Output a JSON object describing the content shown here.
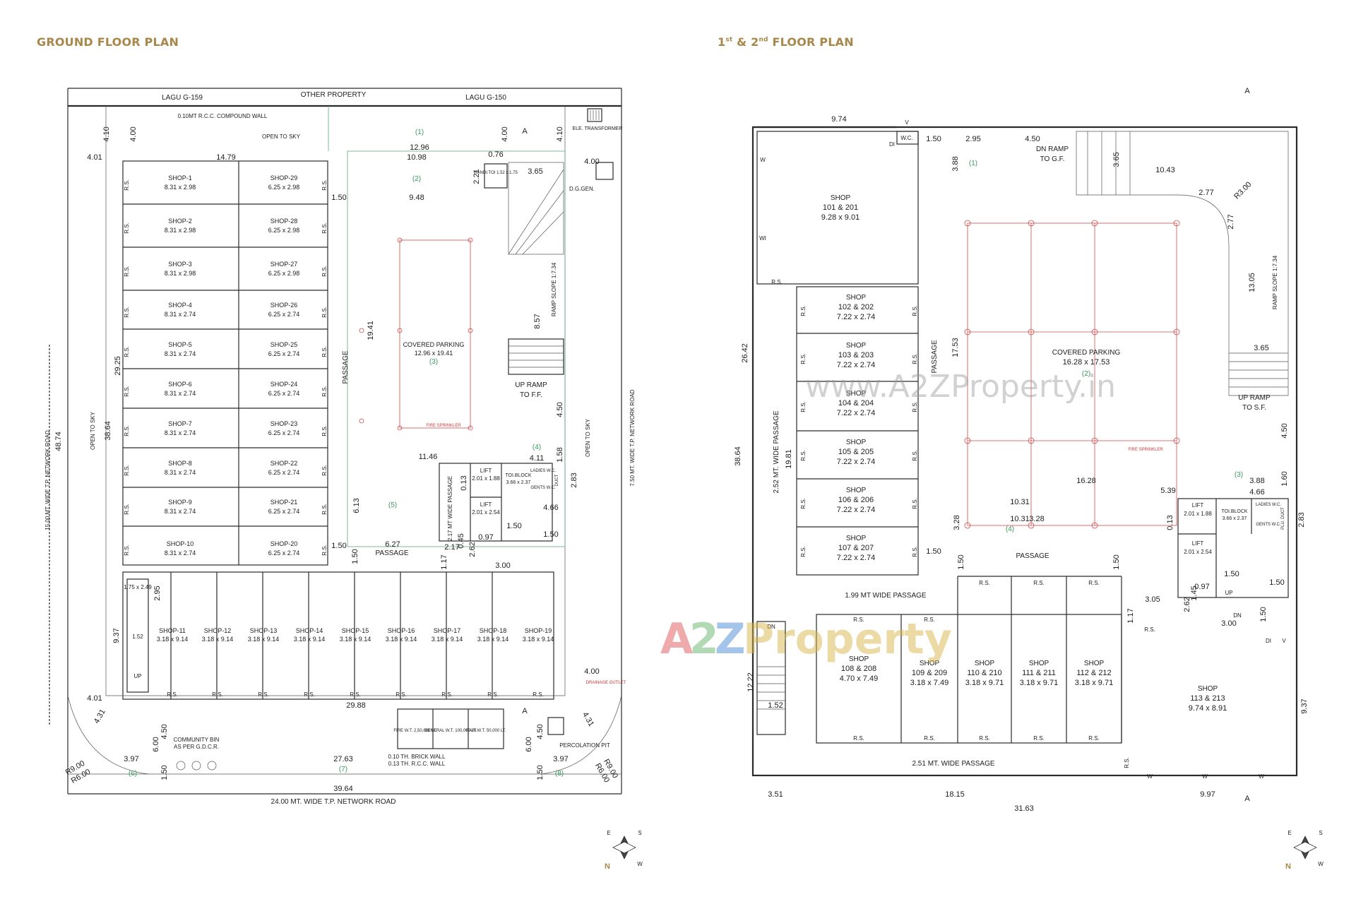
{
  "titles": {
    "ground": "GROUND FLOOR PLAN",
    "upper_pre": "1",
    "upper_sup1": "st",
    "upper_mid": " & 2",
    "upper_sup2": "nd",
    "upper_post": " FLOOR PLAN"
  },
  "watermark": {
    "text": "www.A2ZProperty.in",
    "logo_a": "A",
    "logo_2": "2",
    "logo_z": "Z",
    "logo_rest": "Property"
  },
  "ground": {
    "top": {
      "lagu_left": "LAGU G-159",
      "other": "OTHER PROPERTY",
      "lagu_right": "LAGU G-150",
      "wall": "0.10MT R.C.C. COMPOUND WALL",
      "open_sky": "OPEN TO SKY",
      "transformer": "ELE. TRANSFORMER",
      "dg": "D.G.GEN."
    },
    "left_road": "15.00 MT. WIDE T.P. NETWORK ROAD",
    "left_road_dim": "48.74",
    "right_road": "7.50 MT. WIDE T.P. NETWORK ROAD",
    "bottom_road": "24.00 MT. WIDE T.P. NETWORK ROAD",
    "open_left": "OPEN TO SKY",
    "open_right": "OPEN TO SKY",
    "left_shops": [
      {
        "name": "SHOP-1",
        "size": "8.31 x 2.98"
      },
      {
        "name": "SHOP-2",
        "size": "8.31 x 2.98"
      },
      {
        "name": "SHOP-3",
        "size": "8.31 x 2.98"
      },
      {
        "name": "SHOP-4",
        "size": "8.31 x 2.74"
      },
      {
        "name": "SHOP-5",
        "size": "8.31 x 2.74"
      },
      {
        "name": "SHOP-6",
        "size": "8.31 x 2.74"
      },
      {
        "name": "SHOP-7",
        "size": "8.31 x 2.74"
      },
      {
        "name": "SHOP-8",
        "size": "8.31 x 2.74"
      },
      {
        "name": "SHOP-9",
        "size": "8.31 x 2.74"
      },
      {
        "name": "SHOP-10",
        "size": "8.31 x 2.74"
      }
    ],
    "right_shops": [
      {
        "name": "SHOP-29",
        "size": "6.25 x 2.98"
      },
      {
        "name": "SHOP-28",
        "size": "6.25 x 2.98"
      },
      {
        "name": "SHOP-27",
        "size": "6.25 x 2.98"
      },
      {
        "name": "SHOP-26",
        "size": "6.25 x 2.74"
      },
      {
        "name": "SHOP-25",
        "size": "6.25 x 2.74"
      },
      {
        "name": "SHOP-24",
        "size": "6.25 x 2.74"
      },
      {
        "name": "SHOP-23",
        "size": "6.25 x 2.74"
      },
      {
        "name": "SHOP-22",
        "size": "6.25 x 2.74"
      },
      {
        "name": "SHOP-21",
        "size": "6.25 x 2.74"
      },
      {
        "name": "SHOP-20",
        "size": "6.25 x 2.74"
      }
    ],
    "bottom_shops": [
      {
        "name": "SHOP-11",
        "size": "3.18 x 9.14"
      },
      {
        "name": "SHOP-12",
        "size": "3.18 x 9.14"
      },
      {
        "name": "SHOP-13",
        "size": "3.18 x 9.14"
      },
      {
        "name": "SHOP-14",
        "size": "3.18 x 9.14"
      },
      {
        "name": "SHOP-15",
        "size": "3.18 x 9.14"
      },
      {
        "name": "SHOP-16",
        "size": "3.18 x 9.14"
      },
      {
        "name": "SHOP-17",
        "size": "3.18 x 9.14"
      },
      {
        "name": "SHOP-18",
        "size": "3.18 x 9.14"
      },
      {
        "name": "SHOP-19",
        "size": "3.18 x 9.14"
      }
    ],
    "rs": "R.S.",
    "parking": {
      "label": "COVERED PARKING",
      "size": "12.96 x 19.41",
      "num": "(3)"
    },
    "fire": "FIRE SPRINKLER",
    "passage": "PASSAGE",
    "passage_wide": "2.17 MT WIDE PASSAGE",
    "up_ramp": "UP RAMP",
    "up_ramp_to": "TO F.F.",
    "ramp_slope": "RAMP SLOPE 1:7.34",
    "lift1": {
      "label": "LIFT",
      "size": "2.01 x 1.88"
    },
    "lift2": {
      "label": "LIFT",
      "size": "2.01 x 2.54"
    },
    "toi": {
      "label": "TOI.BLOCK",
      "size": "3.66 x 2.37"
    },
    "ladies": "LADIES W.C.",
    "gents": "GENTS W.C.",
    "duct": "DUCT",
    "handltd": "HANDI.TOI 1.52 x 1.75",
    "stair": {
      "size": "1.75 x 2.49",
      "dim": "1.52",
      "up": "UP"
    },
    "community": "COMMUNITY BIN",
    "community2": "AS PER G.D.C.R.",
    "tanks": [
      "FIRE W.T. 2,50,000 LT.",
      "GENERAL W.T. 100,000 LT.",
      "RAIN W.T. 50,000 LT."
    ],
    "brick": "0.10 TH. BRICK WALL",
    "rcc": "0.13 TH. R.C.C. WALL",
    "percolation": "PERCOLATION PIT",
    "drainage": "DRAINAGE OUTLET",
    "nums": [
      "(1)",
      "(2)",
      "(4)",
      "(5)",
      "(6)",
      "(7)",
      "(8)"
    ],
    "dims": {
      "d1479": "14.79",
      "d1296": "12.96",
      "d1098": "10.98",
      "d076": "0.76",
      "d948": "9.48",
      "d150a": "1.50",
      "d365": "3.65",
      "d400a": "4.00",
      "d401a": "4.01",
      "d410a": "4.10",
      "d400b": "4.00",
      "d400c": "4.00",
      "d410b": "4.10",
      "d221": "2.21",
      "d2925": "29.25",
      "d3864": "38.64",
      "d1941": "19.41",
      "d857": "8.57",
      "d1146": "11.46",
      "d411": "4.11",
      "d450": "4.50",
      "d158": "1.58",
      "d283": "2.83",
      "d613": "6.13",
      "d627": "6.27",
      "d150b": "1.50",
      "d150c": "1.50",
      "d013": "0.13",
      "d117": "1.17",
      "d217": "2.17",
      "d045": "0.45",
      "d262": "2.62",
      "d097": "0.97",
      "d300": "3.00",
      "d466": "4.66",
      "d150d": "1.50",
      "d150e": "1.50",
      "d295": "2.95",
      "d937": "9.37",
      "d401b": "4.01",
      "d431a": "4.31",
      "d2988": "29.88",
      "d400d": "4.00",
      "d431b": "4.31",
      "d450b": "4.50",
      "d600a": "6.00",
      "d600b": "6.00",
      "d450c": "4.50",
      "d397a": "3.97",
      "d2763": "27.63",
      "d397b": "3.97",
      "d150f": "1.50",
      "d150g": "1.50",
      "d3964": "39.64",
      "r900a": "R9.00",
      "r600a": "R6.00",
      "r900b": "R9.00",
      "r600b": "R6.00",
      "mark_a": "A",
      "mark_a2": "A"
    }
  },
  "upper": {
    "shop101": {
      "name": "SHOP",
      "unit": "101 & 201",
      "size": "9.28 x 9.01"
    },
    "left_shops": [
      {
        "unit": "102 & 202",
        "size": "7.22 x 2.74"
      },
      {
        "unit": "103 & 203",
        "size": "7.22 x 2.74"
      },
      {
        "unit": "104 & 204",
        "size": "7.22 x 2.74"
      },
      {
        "unit": "105 & 205",
        "size": "7.22 x 2.74"
      },
      {
        "unit": "106 & 206",
        "size": "7.22 x 2.74"
      },
      {
        "unit": "107 & 207",
        "size": "7.22 x 2.74"
      }
    ],
    "bottom_shops": [
      {
        "unit": "108 & 208",
        "size": "4.70 x 7.49"
      },
      {
        "unit": "109 & 209",
        "size": "3.18 x 7.49"
      },
      {
        "unit": "110 & 210",
        "size": "3.18 x 9.71"
      },
      {
        "unit": "111 & 211",
        "size": "3.18 x 9.71"
      },
      {
        "unit": "112 & 212",
        "size": "3.18 x 9.71"
      }
    ],
    "shop113": {
      "name": "SHOP",
      "unit": "113 & 213",
      "size": "9.74 x 8.91"
    },
    "shop_word": "SHOP",
    "rs": "R.S.",
    "parking": {
      "label": "COVERED PARKING",
      "size": "16.28 x 17.53",
      "num": "(2)"
    },
    "fire": "FIRE SPRINKLER",
    "passage": "PASSAGE",
    "passage_252": "2.52 MT. WIDE PASSAGE",
    "passage_199": "1.99 MT WIDE PASSAGE",
    "passage_251": "2.51 MT. WIDE PASSAGE",
    "dn_ramp": "DN RAMP",
    "dn_ramp_to": "TO G.F.",
    "up_ramp": "UP RAMP",
    "up_ramp_to": "TO S.F.",
    "ramp_slope": "RAMP SLOPE 1:7.34",
    "lift1": {
      "label": "LIFT",
      "size": "2.01 x 1.88"
    },
    "lift2": {
      "label": "LIFT",
      "size": "2.01 x 2.54"
    },
    "toi": {
      "label": "TOI.BLOCK",
      "size": "3.66 x 2.37"
    },
    "ladies": "LADIES W.C.",
    "gents": "GENTS W.C.",
    "duct": "PLU. DUCT",
    "wc": "W.C.",
    "w": "W",
    "wi": "WI",
    "di": "DI",
    "v": "V",
    "dn": "DN",
    "up": "UP",
    "nums": [
      "(1)",
      "(3)",
      "(4)"
    ],
    "dims": {
      "d974": "9.74",
      "d150a": "1.50",
      "d295": "2.95",
      "d450a": "4.50",
      "d388a": "3.88",
      "d365a": "3.65",
      "d1043": "10.43",
      "d277a": "2.77",
      "r300": "R3.00",
      "d277b": "2.77",
      "d1305": "13.05",
      "d365b": "3.65",
      "d450b": "4.50",
      "d160": "1.60",
      "d388b": "3.88",
      "d466": "4.66",
      "d283": "2.83",
      "d2642": "26.42",
      "d3864": "38.64",
      "d1981": "19.81",
      "d1753": "17.53",
      "d1628": "16.28",
      "d539": "5.39",
      "d1031": "10.31",
      "d328": "3.28",
      "d150b": "1.50",
      "d150c": "1.50",
      "d150d": "1.50",
      "d013": "0.13",
      "d305": "3.05",
      "d145": "1.45",
      "d262": "2.62",
      "d117": "1.17",
      "d097": "0.97",
      "d300": "3.00",
      "d150e": "1.50",
      "d150f": "1.50",
      "d150g": "1.50",
      "d1222": "12.22",
      "d152": "1.52",
      "d937": "9.37",
      "d351": "3.51",
      "d1815": "18.15",
      "d997": "9.97",
      "d3163": "31.63",
      "mark_a": "A",
      "mark_a2": "A"
    }
  },
  "compass": {
    "e": "E",
    "s": "S",
    "n": "N",
    "w": "W"
  }
}
